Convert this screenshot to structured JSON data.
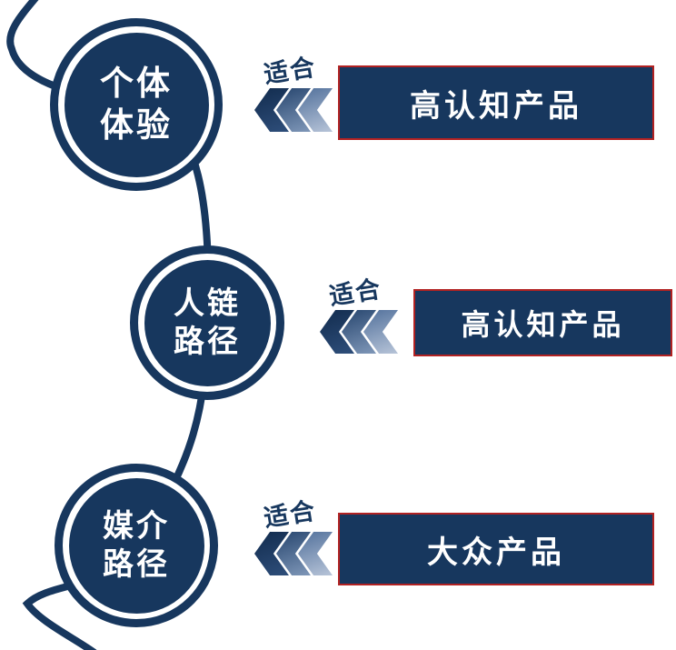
{
  "diagram": {
    "type": "timeline-flow",
    "colors": {
      "navy": "#17375E",
      "box_border_red": "#B22222",
      "chevron_dark": "#122C4E",
      "chevron_light": "#B7C4D8",
      "text_on_navy": "#FFFFFF"
    },
    "nodes": [
      {
        "circle": [
          "个体",
          "体验"
        ],
        "tag": "适合",
        "box": "高认知产品"
      },
      {
        "circle": [
          "人链",
          "路径"
        ],
        "tag": "适合",
        "box": "高认知产品"
      },
      {
        "circle": [
          "媒介",
          "路径"
        ],
        "tag": "适合",
        "box": "大众产品"
      }
    ]
  }
}
